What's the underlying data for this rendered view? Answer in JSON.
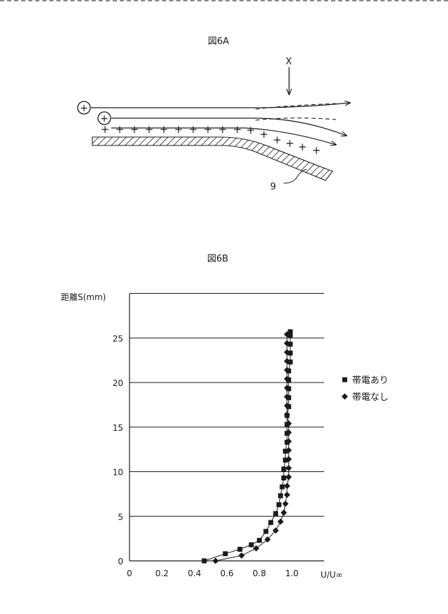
{
  "figure_a": {
    "title": "図6A",
    "arrow_label": "X",
    "part_label": "9",
    "particle_charge": "+",
    "surface_charge": "+"
  },
  "figure_b": {
    "title": "図6B"
  },
  "chart_data": {
    "type": "scatter",
    "title": "図6B",
    "xlabel": "U/U∞",
    "ylabel": "距離S(mm)",
    "xlim": [
      0,
      1.2
    ],
    "ylim": [
      0,
      30
    ],
    "x_ticks": [
      "0",
      "0.2",
      "0.4",
      "0.6",
      "0.8",
      "1.0"
    ],
    "y_ticks": [
      "0",
      "5",
      "10",
      "15",
      "20",
      "25"
    ],
    "grid": "horizontal",
    "legend_position": "right",
    "series": [
      {
        "name": "帯電あり",
        "marker": "square",
        "color": "#1a1a1a",
        "points": [
          [
            0.46,
            0.0
          ],
          [
            0.59,
            0.8
          ],
          [
            0.68,
            1.3
          ],
          [
            0.75,
            1.8
          ],
          [
            0.8,
            2.3
          ],
          [
            0.84,
            3.3
          ],
          [
            0.87,
            4.3
          ],
          [
            0.9,
            5.3
          ],
          [
            0.92,
            6.3
          ],
          [
            0.93,
            7.3
          ],
          [
            0.94,
            8.3
          ],
          [
            0.95,
            9.3
          ],
          [
            0.95,
            10.3
          ],
          [
            0.96,
            11.3
          ],
          [
            0.96,
            12.3
          ],
          [
            0.97,
            13.3
          ],
          [
            0.97,
            14.3
          ],
          [
            0.97,
            15.3
          ],
          [
            0.97,
            16.3
          ],
          [
            0.98,
            17.3
          ],
          [
            0.98,
            18.3
          ],
          [
            0.98,
            19.3
          ],
          [
            0.98,
            20.3
          ],
          [
            0.98,
            21.3
          ],
          [
            0.99,
            22.3
          ],
          [
            0.99,
            23.3
          ],
          [
            0.99,
            24.3
          ],
          [
            0.99,
            25.3
          ],
          [
            0.99,
            25.7
          ]
        ]
      },
      {
        "name": "帯電なし",
        "marker": "diamond",
        "color": "#1a1a1a",
        "points": [
          [
            0.53,
            0.0
          ],
          [
            0.69,
            0.6
          ],
          [
            0.78,
            1.4
          ],
          [
            0.85,
            2.4
          ],
          [
            0.9,
            3.4
          ],
          [
            0.93,
            4.4
          ],
          [
            0.95,
            5.4
          ],
          [
            0.96,
            6.4
          ],
          [
            0.97,
            7.4
          ],
          [
            0.97,
            8.4
          ],
          [
            0.98,
            9.4
          ],
          [
            0.98,
            10.4
          ],
          [
            0.98,
            11.4
          ],
          [
            0.98,
            12.4
          ],
          [
            0.98,
            13.4
          ],
          [
            0.98,
            14.4
          ],
          [
            0.98,
            15.4
          ],
          [
            0.97,
            16.4
          ],
          [
            0.97,
            17.4
          ],
          [
            0.97,
            18.4
          ],
          [
            0.97,
            19.4
          ],
          [
            0.97,
            20.4
          ],
          [
            0.97,
            21.4
          ],
          [
            0.97,
            22.4
          ],
          [
            0.97,
            23.4
          ],
          [
            0.97,
            24.4
          ],
          [
            0.97,
            25.4
          ]
        ]
      }
    ]
  }
}
